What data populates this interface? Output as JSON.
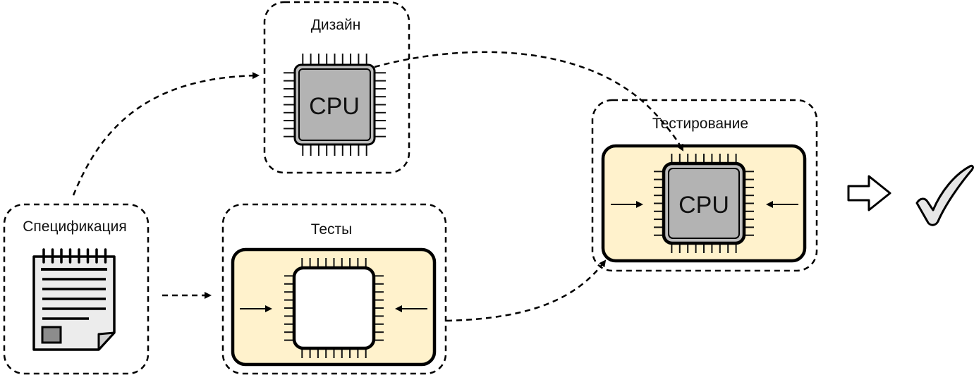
{
  "diagram": {
    "nodes": {
      "spec": {
        "label": "Спецификация",
        "icon": "spec-document-icon"
      },
      "design": {
        "label": "Дизайн",
        "chip_label": "CPU",
        "icon": "cpu-chip-icon"
      },
      "tests": {
        "label": "Тесты",
        "icon": "empty-chip-socket-icon"
      },
      "testing": {
        "label": "Тестирование",
        "chip_label": "CPU",
        "icon": "cpu-in-test-bench-icon"
      }
    },
    "result_icons": [
      "hollow-right-arrow-icon",
      "checkmark-icon"
    ],
    "edges": [
      {
        "from": "spec",
        "to": "design"
      },
      {
        "from": "spec",
        "to": "tests"
      },
      {
        "from": "design",
        "to": "testing"
      },
      {
        "from": "tests",
        "to": "testing"
      }
    ],
    "colors": {
      "bench_fill": "#fff2cc",
      "chip_fill": "#b8b8b8",
      "stroke": "#000000",
      "doc_fill": "#ececec",
      "check_fill": "#e6e6e6"
    }
  }
}
